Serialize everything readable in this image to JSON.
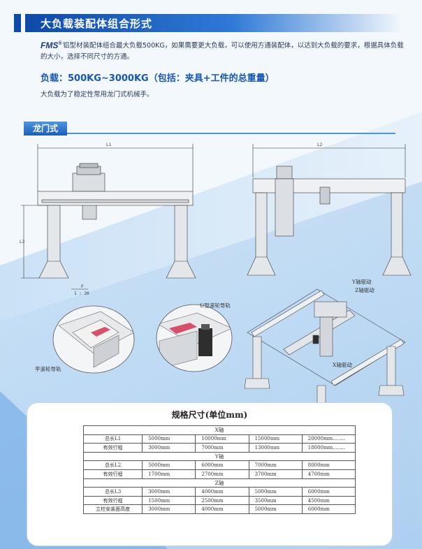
{
  "header": {
    "title": "大负载装配体组合形式"
  },
  "brand": {
    "logo": "FMS",
    "reg": "®"
  },
  "intro": {
    "text": "铝型材装配体组合最大负载500KG，如果需要更大负载，可以使用方通装配体，以达到大负载的要求，根据具体负载的大小，选择不同尺寸的方通。"
  },
  "load": {
    "range": "负载：500KG~3000KG（包括：夹具+工件的总重量）",
    "note": "大负载为了稳定性常用龙门式机械手。"
  },
  "section": {
    "title": "龙门式"
  },
  "drawing": {
    "dim_l1": "L1",
    "dim_l2": "L2",
    "dim_l3": "L3",
    "detail_letter": "F",
    "detail_scale": "1 : 20",
    "callout_u_rail": "U型滚轮导轨",
    "callout_flat_rail": "平滚轮导轨",
    "callout_y_drive": "Y轴驱动",
    "callout_z_drive": "Z轴驱动",
    "callout_x_drive": "X轴驱动"
  },
  "spec": {
    "title": "规格尺寸(单位mm)",
    "x_axis": "X轴",
    "y_axis": "Y轴",
    "z_axis": "Z轴",
    "x_rows": [
      {
        "label": "总长L1",
        "values": [
          "5000mm",
          "10000mm",
          "15000mm",
          "20000mm........"
        ]
      },
      {
        "label": "有效行程",
        "values": [
          "3000mm",
          "7000mm",
          "13000mm",
          "18000mm........"
        ]
      }
    ],
    "y_rows": [
      {
        "label": "总长L2",
        "values": [
          "5000mm",
          "6000mm",
          "7000mm",
          "8000mm"
        ]
      },
      {
        "label": "有效行程",
        "values": [
          "1700mm",
          "2700mm",
          "3700mm",
          "4700mm"
        ]
      }
    ],
    "z_rows": [
      {
        "label": "总长L3",
        "values": [
          "3000mm",
          "4000mm",
          "5000mm",
          "6000mm"
        ]
      },
      {
        "label": "有效行程",
        "values": [
          "1500mm",
          "2500mm",
          "3500mm",
          "4500mm"
        ]
      },
      {
        "label": "立柱安装面高度",
        "values": [
          "3000mm",
          "4000mm",
          "5000mm",
          "6000mm"
        ]
      }
    ]
  },
  "colors": {
    "accent": "#1556b8",
    "header": "#0e4aa8",
    "background": "#eef5fb"
  }
}
